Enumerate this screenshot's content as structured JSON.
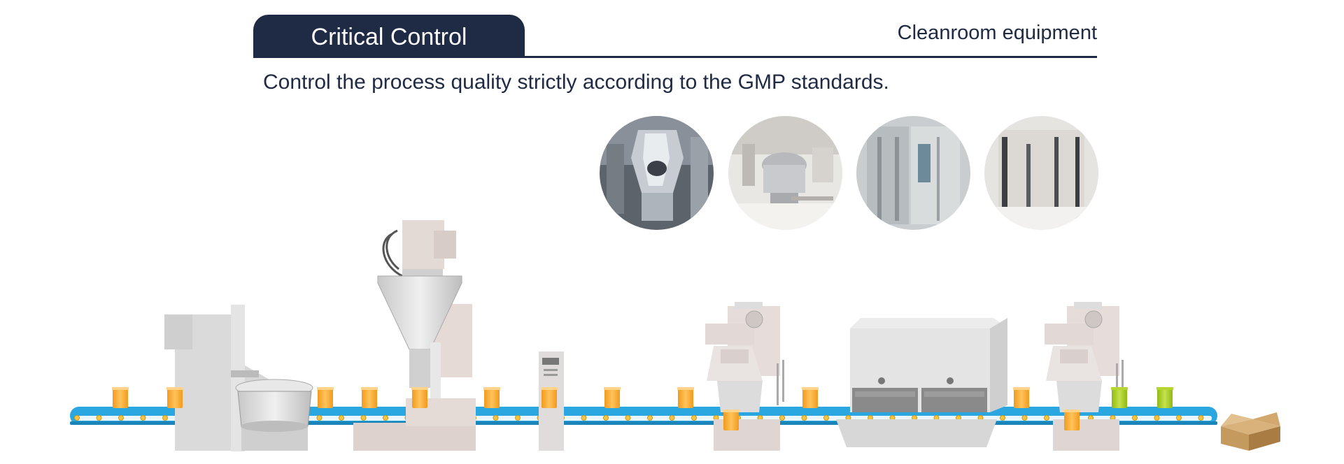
{
  "header": {
    "title": "Critical Control",
    "category": "Cleanroom equipment"
  },
  "subtitle": "Control the process quality strictly according to the GMP standards.",
  "photos": [
    {
      "icon": "fluid-bed-dryer-photo"
    },
    {
      "icon": "mixing-tank-room-photo"
    },
    {
      "icon": "sterilizer-cabinet-photo"
    },
    {
      "icon": "cleanroom-partition-photo"
    }
  ],
  "colors": {
    "navy": "#1f2a44",
    "conveyor": "#2aa6e0",
    "product": "#f5a623",
    "product_green": "#a4c81c",
    "machine_gray": "#d4d4d4",
    "box": "#c59a5e"
  }
}
